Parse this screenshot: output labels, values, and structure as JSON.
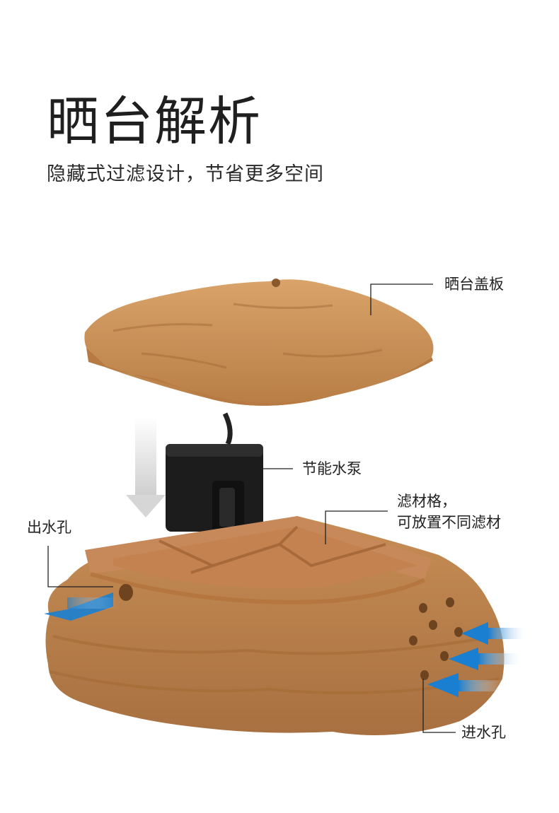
{
  "header": {
    "title": "晒台解析",
    "subtitle": "隐藏式过滤设计，节省更多空间"
  },
  "callouts": {
    "cover": "晒台盖板",
    "pump": "节能水泵",
    "filter_line1": "滤材格，",
    "filter_line2": "可放置不同滤材",
    "outlet": "出水孔",
    "inlet": "进水孔"
  },
  "colors": {
    "rock": "#c08a52",
    "tray": "#c8895a",
    "pump": "#1c1c1c",
    "flow_arrow": "#1a7fd1",
    "down_arrow": "#d9d9d9"
  }
}
